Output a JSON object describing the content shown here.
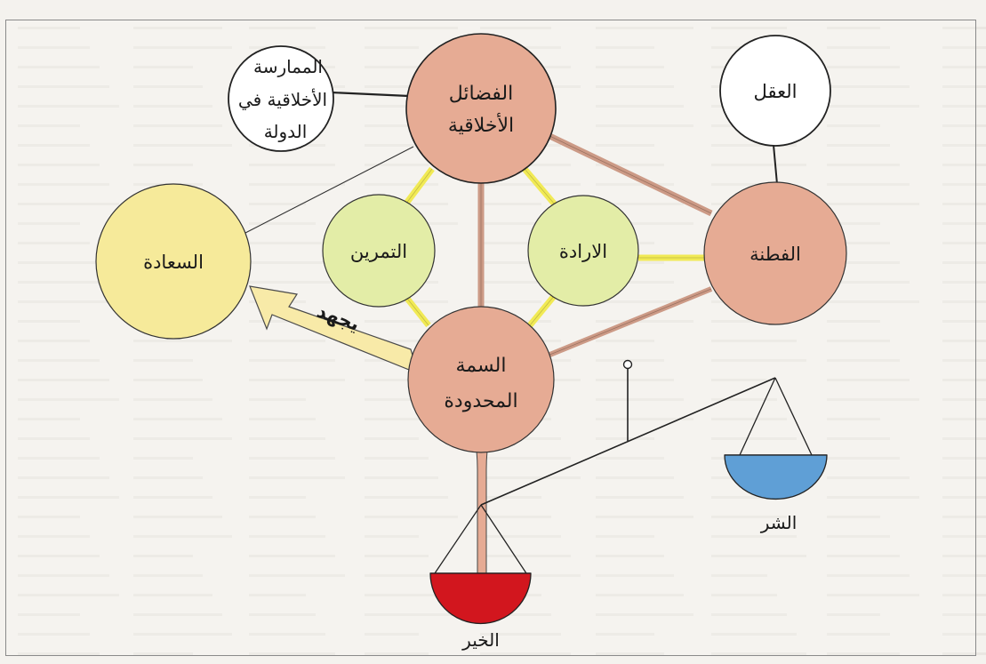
{
  "nodes": {
    "virtues": {
      "line1": "الفضائل",
      "line2": "الأخلاقية",
      "fill": "#e6ab94"
    },
    "mean": {
      "line1": "السمة",
      "line2": "المحدودة",
      "fill": "#e6ab94"
    },
    "prudence": {
      "label": "الفطنة",
      "fill": "#e6ab94"
    },
    "reason": {
      "label": "العقل",
      "fill": "#ffffff"
    },
    "practice": {
      "line1": "الممارسة",
      "line2": "الأخلاقية في",
      "line3": "الدولة",
      "fill": "#ffffff"
    },
    "happiness": {
      "label": "السعادة",
      "fill": "#f6ea9a"
    },
    "training": {
      "label": "التمرين",
      "fill": "#e3eda7"
    },
    "will": {
      "label": "الارادة",
      "fill": "#e3eda7"
    }
  },
  "arrow": {
    "label": "يجهد",
    "fill": "#f8eaa8"
  },
  "scale": {
    "good": {
      "label": "الخير",
      "color": "#d2161e"
    },
    "evil": {
      "label": "الشر",
      "color": "#5f9fd6"
    }
  },
  "colors": {
    "brown_link": "#cc9a86",
    "yellow_link": "#f1ea55",
    "outline": "#2b2b2b"
  }
}
